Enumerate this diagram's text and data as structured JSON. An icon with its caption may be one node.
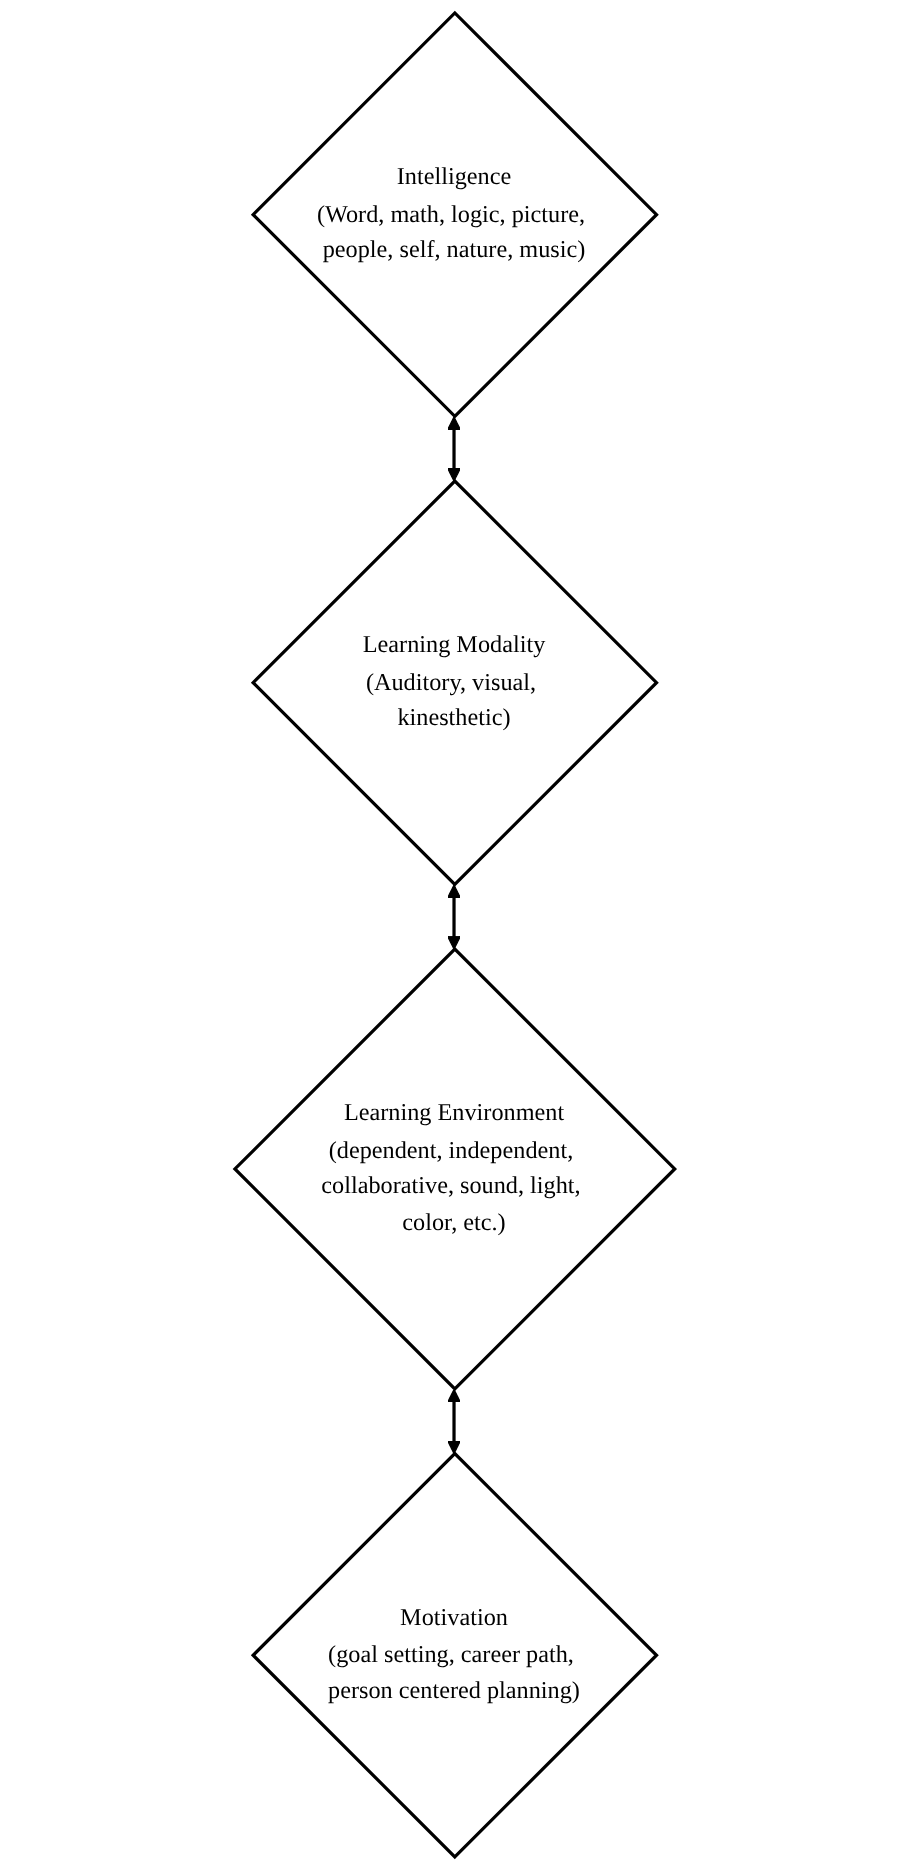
{
  "diagram": {
    "nodes": [
      {
        "text": [
          "Intelligence",
          "(Word, math, logic, picture, people, self, nature, music)"
        ]
      },
      {
        "text": [
          "Learning Modality",
          "(Auditory, visual, kinesthetic)"
        ]
      },
      {
        "text": [
          "Learning Environment",
          "(dependent, independent, collaborative, sound, light, color, etc.)"
        ]
      },
      {
        "text": [
          "Motivation",
          "(goal setting, career path, person centered planning)"
        ]
      }
    ],
    "edges": [
      {
        "from": 0,
        "to": 1,
        "arrow": "both"
      },
      {
        "from": 1,
        "to": 2,
        "arrow": "both"
      },
      {
        "from": 2,
        "to": 3,
        "arrow": "both"
      }
    ]
  }
}
